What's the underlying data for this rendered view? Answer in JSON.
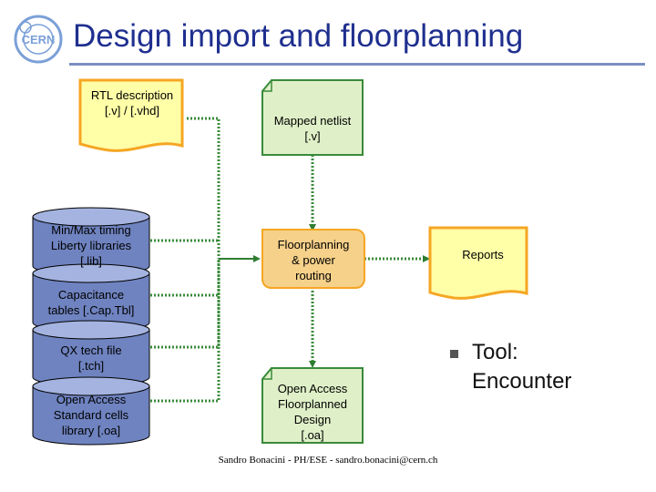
{
  "title": "Design import and floorplanning",
  "logo": {
    "text": "CERN",
    "color": "#7aa0d8"
  },
  "colors": {
    "title": "#1f2f8f",
    "doc_fill": "#ffffa8",
    "doc_border": "#f5a623",
    "mapped_fill": "#dff0c8",
    "mapped_border": "#3a8a3a",
    "process_fill": "#f6d18a",
    "db_fill": "#6f83c0",
    "db_top": "#a4b3e0",
    "arrow": "#2e7d32",
    "connector": "#3a8a3a"
  },
  "nodes": {
    "rtl": {
      "text": "RTL description\n[.v] / [.vhd]"
    },
    "mapped": {
      "text": "Mapped netlist\n[.v]"
    },
    "timing": {
      "text": "Min/Max timing\nLiberty libraries\n[.lib]"
    },
    "capacitance": {
      "text": "Capacitance\ntables [.Cap.Tbl]"
    },
    "qx": {
      "text": "QX tech file\n[.tch]"
    },
    "oa_cells": {
      "text": "Open Access\nStandard cells\nlibrary [.oa]"
    },
    "floorplanning": {
      "text": "Floorplanning\n& power\nrouting"
    },
    "reports": {
      "text": "Reports"
    },
    "oa_design": {
      "text": "Open Access\nFloorplanned\nDesign\n[.oa]"
    }
  },
  "tool": {
    "text": "Tool:\nEncounter"
  },
  "footer": "Sandro Bonacini - PH/ESE - sandro.bonacini@cern.ch"
}
